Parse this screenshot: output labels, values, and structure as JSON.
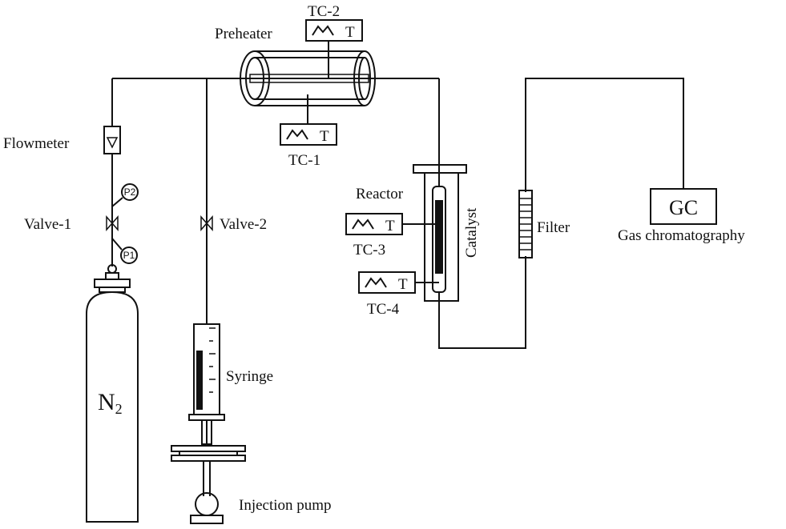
{
  "labels": {
    "preheater": "Preheater",
    "flowmeter": "Flowmeter",
    "valve1": "Valve-1",
    "valve2": "Valve-2",
    "reactor": "Reactor",
    "catalyst": "Catalyst",
    "filter": "Filter",
    "gc_box": "GC",
    "gas_chromatography": "Gas chromatography",
    "syringe": "Syringe",
    "injection_pump": "Injection pump",
    "n2_main": "N",
    "n2_sub": "2",
    "p1": "P1",
    "p2": "P2"
  },
  "thermocouples": [
    {
      "id": "TC-1",
      "symbol": "T"
    },
    {
      "id": "TC-2",
      "symbol": "T"
    },
    {
      "id": "TC-3",
      "symbol": "T"
    },
    {
      "id": "TC-4",
      "symbol": "T"
    }
  ]
}
